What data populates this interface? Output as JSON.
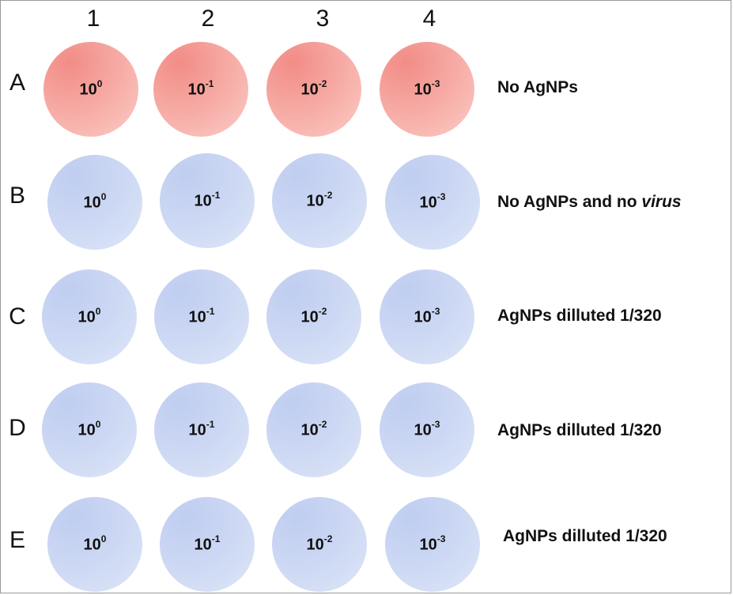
{
  "columns": [
    "1",
    "2",
    "3",
    "4"
  ],
  "dilution_base": "10",
  "dilution_exponents": [
    "0",
    "-1",
    "-2",
    "-3"
  ],
  "rows": [
    {
      "letter": "A",
      "label": "No AgNPs",
      "label_italic": "",
      "well_color": "#f6a8a2"
    },
    {
      "letter": "B",
      "label": "No AgNPs and no ",
      "label_italic": "virus",
      "well_color": "#cbd7f3"
    },
    {
      "letter": "C",
      "label": "AgNPs dilluted 1/320",
      "label_italic": "",
      "well_color": "#cbd7f3"
    },
    {
      "letter": "D",
      "label": "AgNPs dilluted 1/320",
      "label_italic": "",
      "well_color": "#cbd7f3"
    },
    {
      "letter": "E",
      "label": "AgNPs dilluted 1/320",
      "label_italic": "",
      "well_color": "#cbd7f3"
    }
  ]
}
